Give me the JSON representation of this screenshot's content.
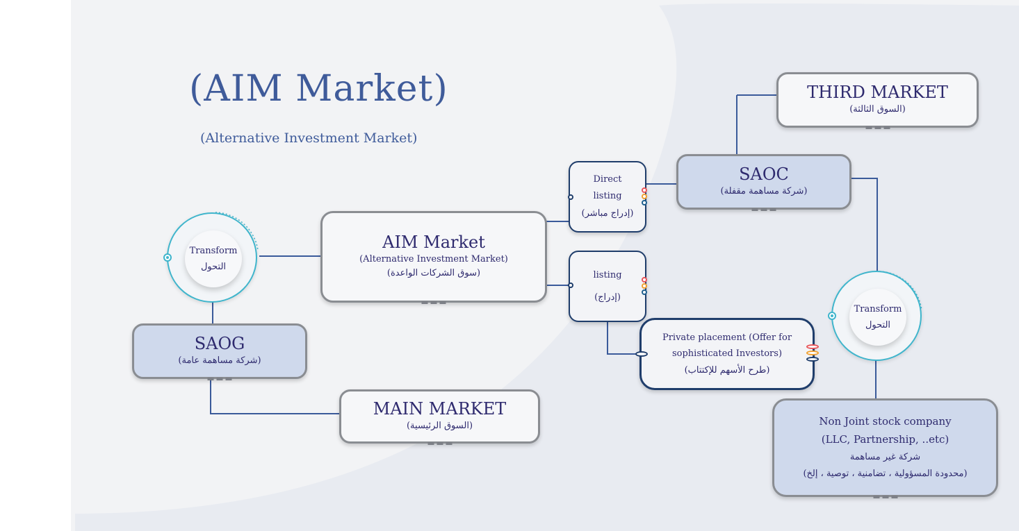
{
  "title": "(AIM Market)",
  "subtitle": "(Alternative Investment Market)",
  "nodes": {
    "third_market": {
      "name": "THIRD MARKET",
      "arabic": "(السوق الثالثة)"
    },
    "saoc": {
      "name": "SAOC",
      "arabic": "(شركة مساهمة مقفلة)"
    },
    "direct_listing": {
      "line1": "Direct",
      "line2": "listing",
      "arabic": "(إدراج مباشر)"
    },
    "aim_market": {
      "name": "AIM Market",
      "english": "(Alternative Investment Market)",
      "arabic": "(سوق الشركات الواعدة)"
    },
    "listing": {
      "name": "listing",
      "arabic": "(إدراج)"
    },
    "transform_left": {
      "name": "Transform",
      "arabic": "التحول"
    },
    "transform_right": {
      "name": "Transform",
      "arabic": "التحول"
    },
    "saog": {
      "name": "SAOG",
      "arabic": "(شركة مساهمة عامة)"
    },
    "private_placement": {
      "line1": "Private placement (Offer for",
      "line2": "sophisticated Investors)",
      "arabic": "(طرح الأسهم للإكتتاب)"
    },
    "main_market": {
      "name": "MAIN MARKET",
      "arabic": "(السوق الرئيسية)"
    },
    "non_joint": {
      "line1": "Non Joint stock company",
      "line2": "(LLC, Partnership, ..etc)",
      "arabic1": "شركة غير مساهمة",
      "arabic2": "(محدودة المسؤولية ، تضامنية ، توصية ، إلخ)"
    }
  },
  "colors": {
    "accent": "#3f5b9a",
    "connector": "#3a5a9a",
    "navy": "#1f3d6b",
    "teal": "#3fb5cc",
    "fill_blue": "#cfd9ec"
  }
}
